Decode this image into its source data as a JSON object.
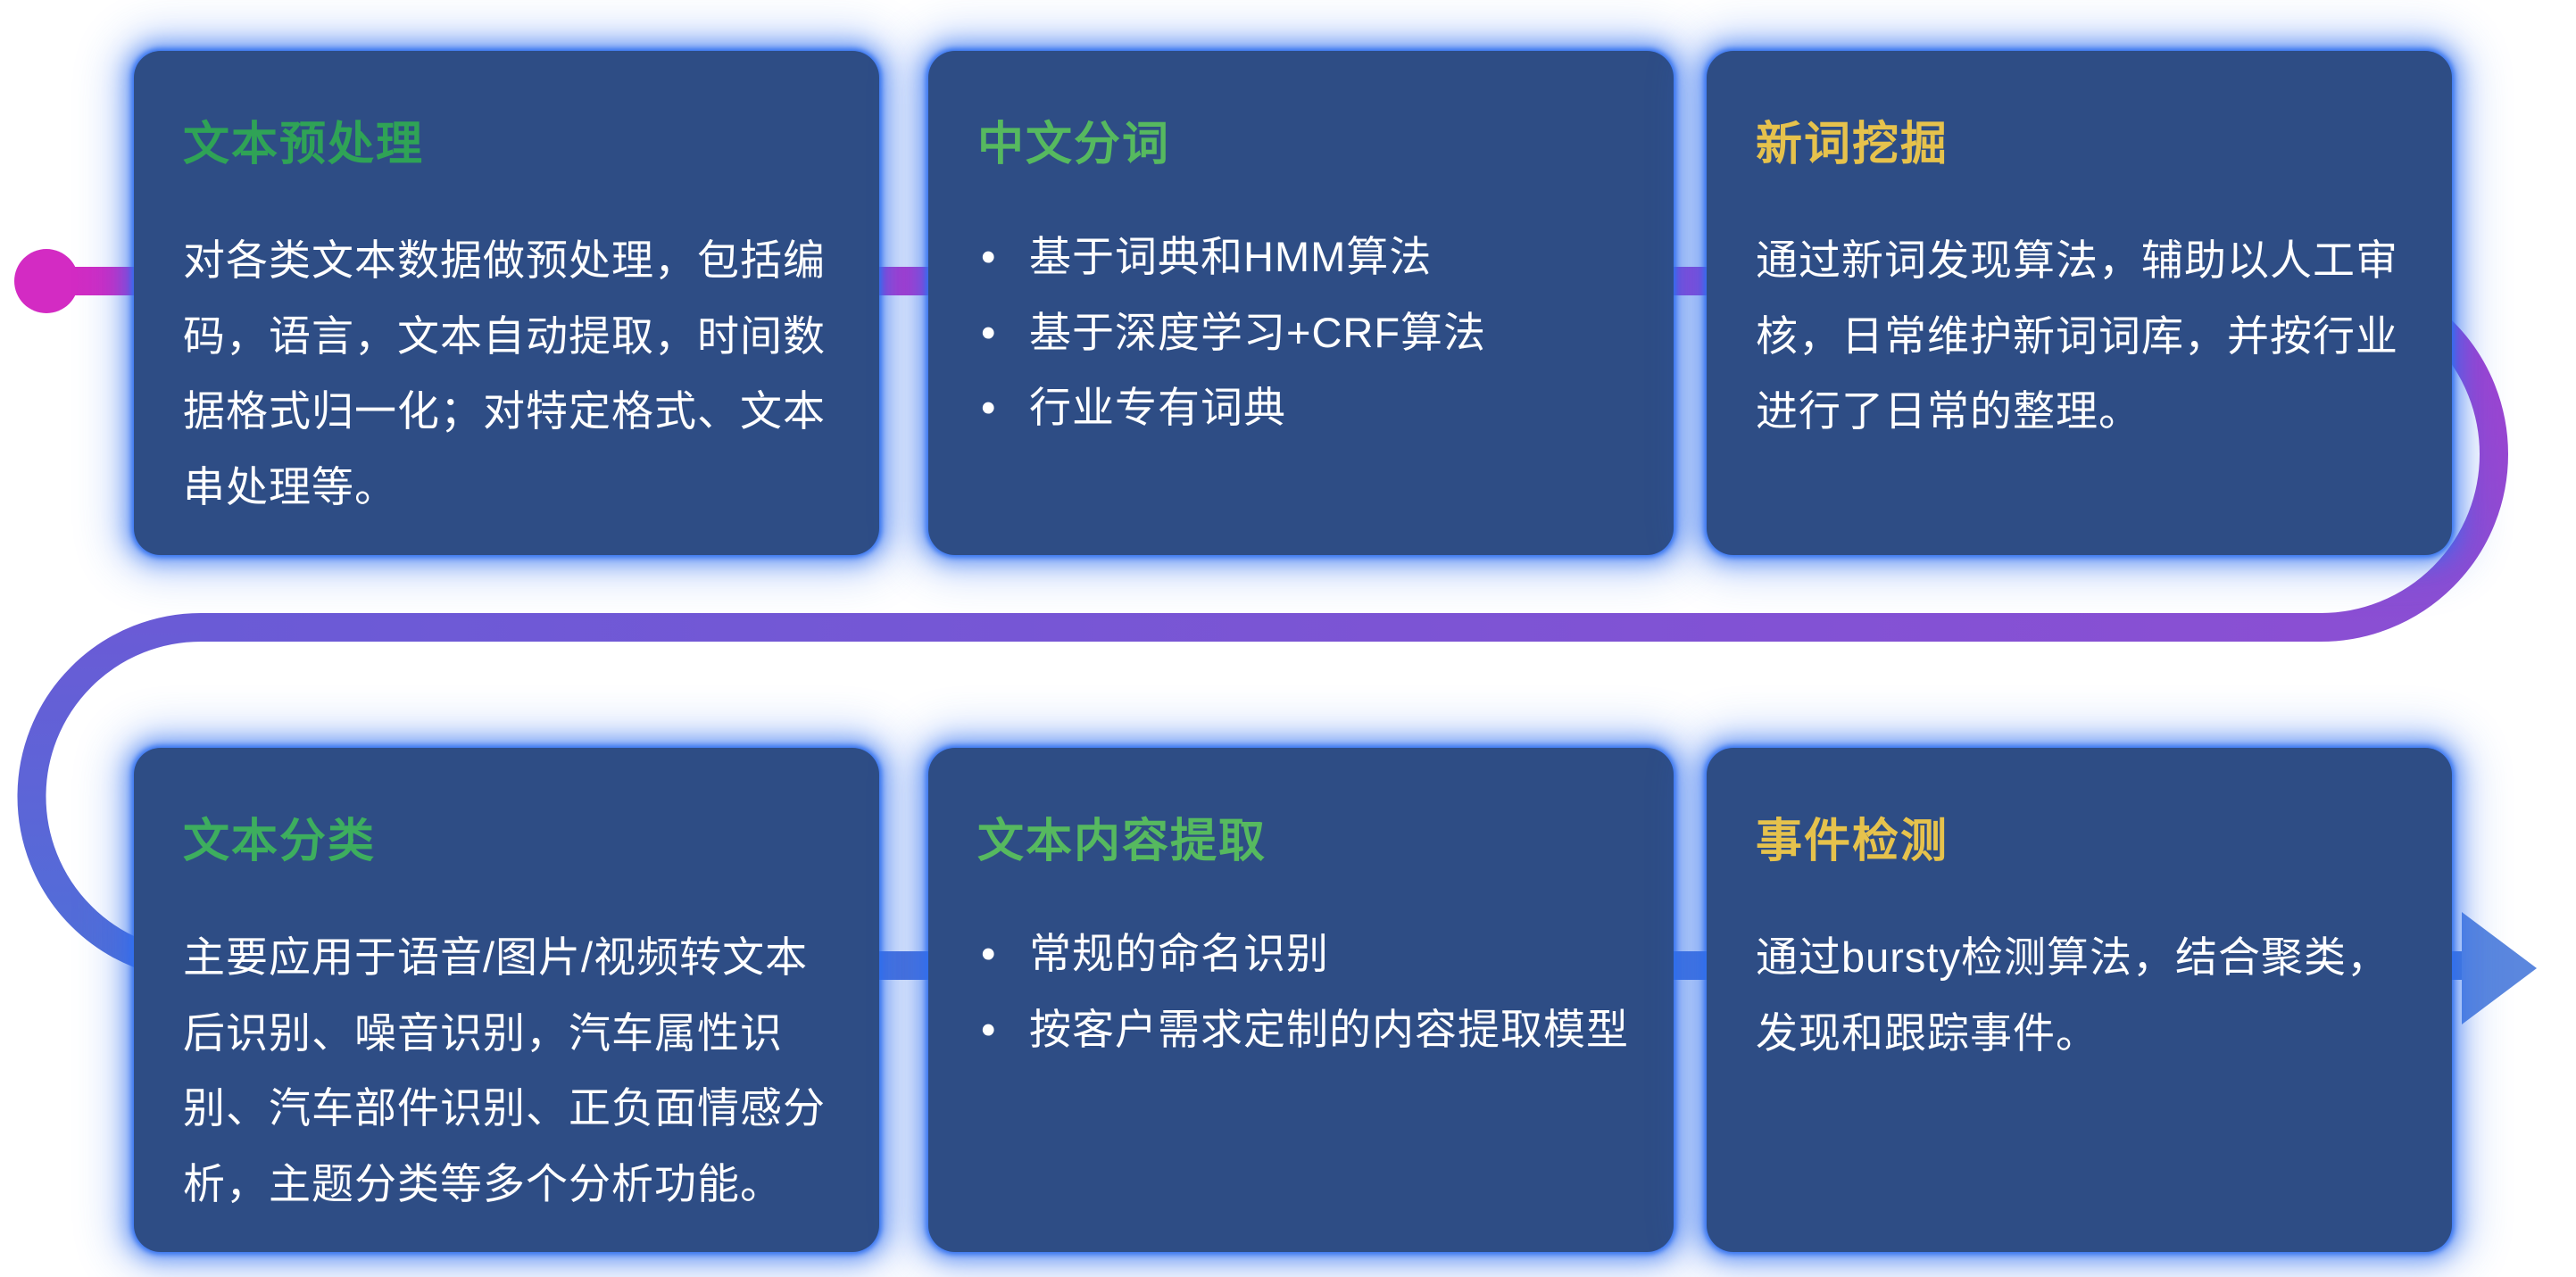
{
  "theme": {
    "background": "#ffffff",
    "card_bg": "#2e4d85",
    "glow_blue": "#2f6ff0",
    "body_text": "#ffffff"
  },
  "flow": {
    "dot_color": "#d32bc3",
    "segment_colors": [
      "#d32bc3",
      "#a43fcf",
      "#8a4fd3",
      "#6a5bd6",
      "#4f6fd8",
      "#4a7ad8"
    ],
    "arrow_color": "#5b87de"
  },
  "cards": [
    {
      "title": "文本预处理",
      "title_color": "#2fa356",
      "body": "对各类文本数据做预处理，包括编码，语言，文本自动提取，时间数据格式归一化；对特定格式、文本串处理等。"
    },
    {
      "title": "中文分词",
      "title_color": "#56b95f",
      "bullets": [
        "基于词典和HMM算法",
        "基于深度学习+CRF算法",
        "行业专有词典"
      ]
    },
    {
      "title": "新词挖掘",
      "title_color": "#e6c24c",
      "body": "通过新词发现算法，辅助以人工审核，日常维护新词词库，并按行业进行了日常的整理。"
    },
    {
      "title": "文本分类",
      "title_color": "#3dae5e",
      "body": "主要应用于语音/图片/视频转文本后识别、噪音识别，汽车属性识别、汽车部件识别、正负面情感分析，主题分类等多个分析功能。"
    },
    {
      "title": "文本内容提取",
      "title_color": "#56b95f",
      "bullets": [
        "常规的命名识别",
        "按客户需求定制的内容提取模型"
      ]
    },
    {
      "title": "事件检测",
      "title_color": "#e6c24c",
      "body": "通过bursty检测算法，结合聚类，发现和跟踪事件。"
    }
  ]
}
